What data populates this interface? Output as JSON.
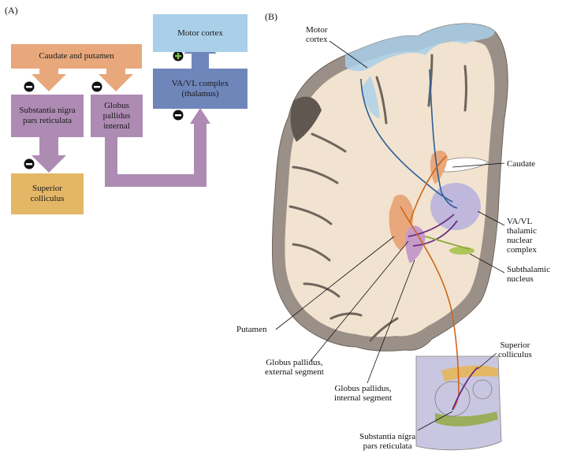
{
  "panel_a": {
    "tag": "(A)",
    "boxes": {
      "caudate_putamen": "Caudate and putamen",
      "snr": "Substantia nigra\npars reticulata",
      "gpi": "Globus\npallidus\ninternal",
      "superior_colliculus": "Superior\ncolliculus",
      "motor_cortex": "Motor cortex",
      "va_vl": "VA/VL complex\n(thalamus)"
    }
  },
  "panel_b": {
    "tag": "(B)",
    "labels": {
      "motor_cortex": "Motor\ncortex",
      "caudate": "Caudate",
      "va_vl": "VA/VL\nthalamic\nnuclear\ncomplex",
      "subthalamic": "Subthalamic\nnucleus",
      "putamen": "Putamen",
      "gpe": "Globus pallidus,\nexternal segment",
      "gpi": "Globus pallidus,\ninternal segment",
      "superior_colliculus": "Superior\ncolliculus",
      "snr": "Substantia nigra\npars reticulata"
    }
  },
  "colors": {
    "orange": "#e8a87c",
    "purple": "#ad8bb3",
    "gold": "#e4b766",
    "light_blue": "#a9cfe9",
    "slate_blue": "#6f86bb",
    "tissue": "#f1e3cf",
    "gray_matter": "#9a9087",
    "pathway_blue": "#2c5d9b",
    "pathway_purple": "#6a2a7e",
    "pathway_orange": "#d0651b",
    "pathway_green": "#8fa83a"
  }
}
